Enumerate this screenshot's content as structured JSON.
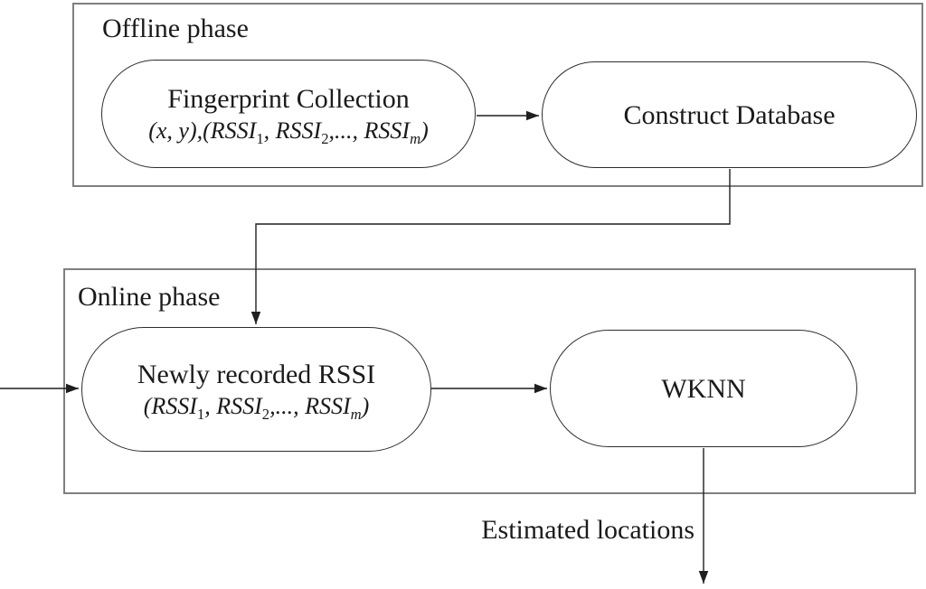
{
  "colors": {
    "background": "#ffffff",
    "box_border": "#7f7f7f",
    "node_border": "#2d2d2d",
    "arrow": "#1f1f1f",
    "text": "#1b1b1b"
  },
  "offline_phase": {
    "label": "Offline phase",
    "fingerprint_node": {
      "title": "Fingerprint Collection",
      "formula": [
        {
          "t": "(x, y),(RSSI"
        },
        {
          "t": "1"
        },
        {
          "t": ", RSSI"
        },
        {
          "t": "2"
        },
        {
          "t": ",..., RSSI"
        },
        {
          "t": "m"
        },
        {
          "t": ")"
        }
      ]
    },
    "construct_node": {
      "title": "Construct Database"
    }
  },
  "online_phase": {
    "label": "Online phase",
    "newly_node": {
      "title": "Newly recorded RSSI",
      "formula": [
        {
          "t": "(RSSI"
        },
        {
          "t": "1"
        },
        {
          "t": ", RSSI"
        },
        {
          "t": "2"
        },
        {
          "t": ",..., RSSI"
        },
        {
          "t": "m"
        },
        {
          "t": ")"
        }
      ]
    },
    "wknn_node": {
      "title": "WKNN"
    }
  },
  "output": {
    "label": "Estimated locations"
  }
}
